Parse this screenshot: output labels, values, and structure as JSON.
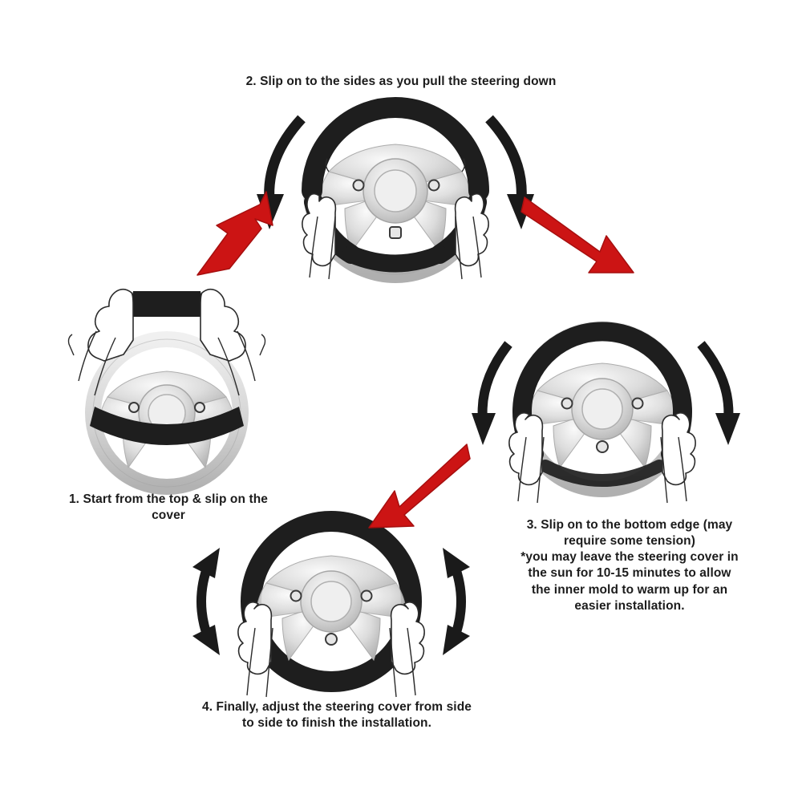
{
  "document": {
    "type": "instructional-diagram",
    "subject": "Steering wheel cover installation instructions",
    "background_color": "#ffffff",
    "step_count": 4
  },
  "palette": {
    "red_arrow": "#CC1414",
    "red_arrow_dark": "#A60F0F",
    "black_arrow": "#1A1A1A",
    "cover_black": "#1E1E1E",
    "wheel_gray_light": "#E2E2E2",
    "wheel_gray_mid": "#C8C8C8",
    "wheel_gray_dark": "#A8A8A8",
    "hub_gray": "#D4D4D4",
    "outline": "#2B2B2B",
    "text": "#1C1C1C",
    "hand_fill": "#FFFFFF"
  },
  "steps": [
    {
      "number": "1",
      "caption": "1. Start from the top & slip on the\ncover",
      "state": "cover held as a flat strip above the wheel top",
      "cover_coverage": "top-strip-only",
      "arrows": []
    },
    {
      "number": "2",
      "caption": "2. Slip on to the sides as you pull the steering down",
      "state": "cover seated over the upper half of the rim, hands at the sides",
      "cover_coverage": "upper-half",
      "arrows": [
        "curved-down-left",
        "curved-down-right"
      ]
    },
    {
      "number": "3",
      "caption": "3. Slip on to the bottom edge (may\nrequire some tension)\n*you may leave the steering cover in\nthe sun for 10-15 minutes to allow\nthe inner mold to warm up for an\neasier installation.",
      "state": "cover wrapped around all but the bottom edge",
      "cover_coverage": "most-of-rim",
      "arrows": [
        "curved-down-left",
        "curved-down-right"
      ]
    },
    {
      "number": "4",
      "caption": "4. Finally, adjust the steering cover from side\nto side to finish the installation.",
      "state": "cover fully installed, hands adjusting side to side",
      "cover_coverage": "full-rim",
      "arrows": [
        "double-headed-vertical-left",
        "double-headed-vertical-right"
      ]
    }
  ],
  "flow_arrows": [
    {
      "id": "flow-1",
      "from_step": "1",
      "to_step": "2",
      "direction": "up-right",
      "color": "#CC1414"
    },
    {
      "id": "flow-2",
      "from_step": "2",
      "to_step": "3",
      "direction": "down-right",
      "color": "#CC1414"
    },
    {
      "id": "flow-3",
      "from_step": "3",
      "to_step": "4",
      "direction": "down-left",
      "color": "#CC1414"
    }
  ],
  "wheel": {
    "spoke_count": 3,
    "button_count": 3,
    "hub_shape": "circle",
    "rim_shape": "circle"
  }
}
